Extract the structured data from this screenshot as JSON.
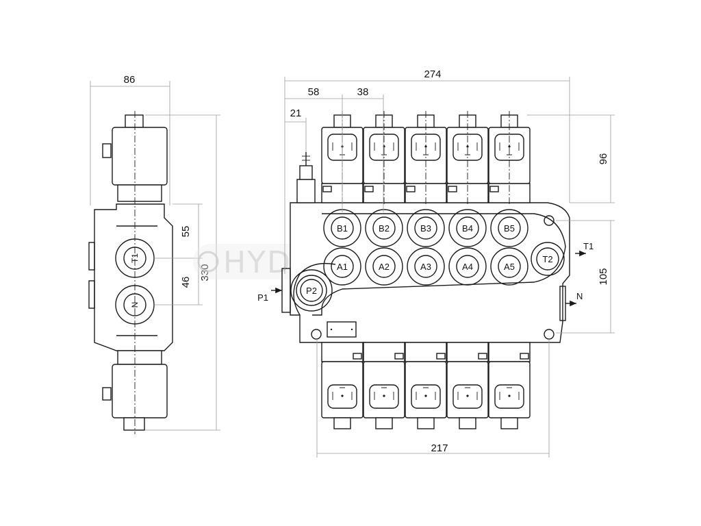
{
  "watermark": "HYDRA",
  "dimensions": {
    "side_width": "86",
    "side_upper": "55",
    "side_lower": "46",
    "side_height": "330",
    "front_width": "274",
    "front_first": "58",
    "front_pitch": "38",
    "front_offset": "21",
    "front_upper": "96",
    "front_body": "105",
    "front_bottom": "217"
  },
  "side_ports": [
    "T1",
    "N"
  ],
  "front_ports": {
    "b_row": [
      "B1",
      "B2",
      "B3",
      "B4",
      "B5"
    ],
    "a_row": [
      "A1",
      "A2",
      "A3",
      "A4",
      "A5"
    ],
    "pressure": "P2",
    "tank": "T2"
  },
  "flow_labels": {
    "inlet": "P1",
    "tank_out": "T1",
    "neutral_out": "N"
  }
}
